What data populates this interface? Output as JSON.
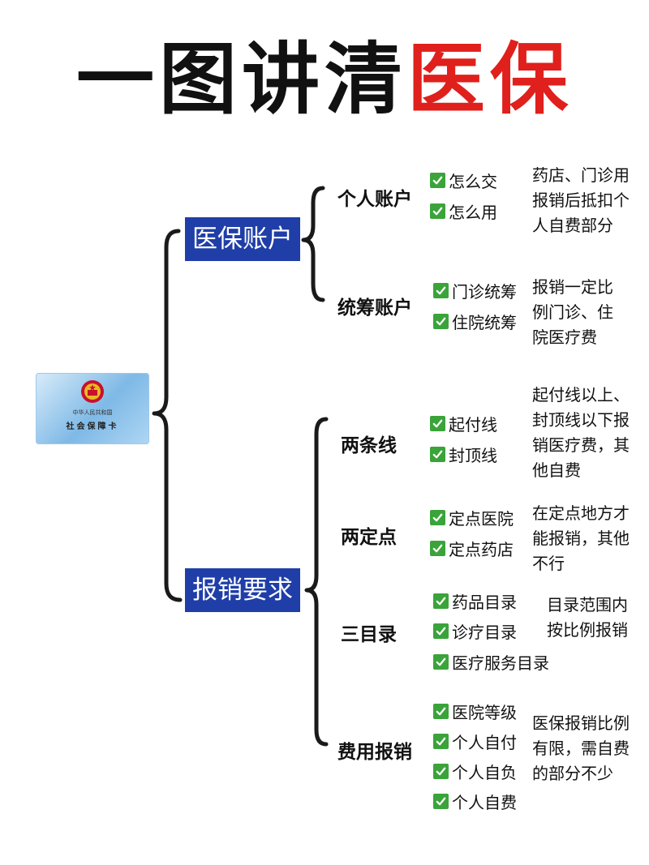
{
  "title": {
    "part1": "一图讲清",
    "part2": "医保"
  },
  "card": {
    "line1": "中华人民共和国",
    "line2": "社会保障卡"
  },
  "branches": {
    "account": {
      "label": "医保账户",
      "subs": [
        {
          "label": "个人账户",
          "items": [
            "怎么交",
            "怎么用"
          ],
          "note": [
            "药店、门诊用",
            "报销后抵扣个",
            "人自费部分"
          ]
        },
        {
          "label": "统筹账户",
          "items": [
            "门诊统筹",
            "住院统筹"
          ],
          "note": [
            "报销一定比",
            "例门诊、住",
            "院医疗费"
          ]
        }
      ]
    },
    "reimburse": {
      "label": "报销要求",
      "subs": [
        {
          "label": "两条线",
          "items": [
            "起付线",
            "封顶线"
          ],
          "note": [
            "起付线以上、",
            "封顶线以下报",
            "销医疗费，其",
            "他自费"
          ]
        },
        {
          "label": "两定点",
          "items": [
            "定点医院",
            "定点药店"
          ],
          "note": [
            "在定点地方才",
            "能报销，其他",
            "不行"
          ]
        },
        {
          "label": "三目录",
          "items": [
            "药品目录",
            "诊疗目录",
            "医疗服务目录"
          ],
          "note": [
            "目录范围内",
            "按比例报销"
          ]
        },
        {
          "label": "费用报销",
          "items": [
            "医院等级",
            "个人自付",
            "个人自负",
            "个人自费"
          ],
          "note": [
            "医保报销比例",
            "有限，需自费",
            "的部分不少"
          ]
        }
      ]
    }
  },
  "colors": {
    "node_bg": "#1f3ea8",
    "title_red": "#e0201c",
    "check_green": "#3aa43a"
  },
  "icons": {
    "check": "check-icon",
    "card": "social-security-card",
    "emblem": "national-emblem-icon"
  }
}
